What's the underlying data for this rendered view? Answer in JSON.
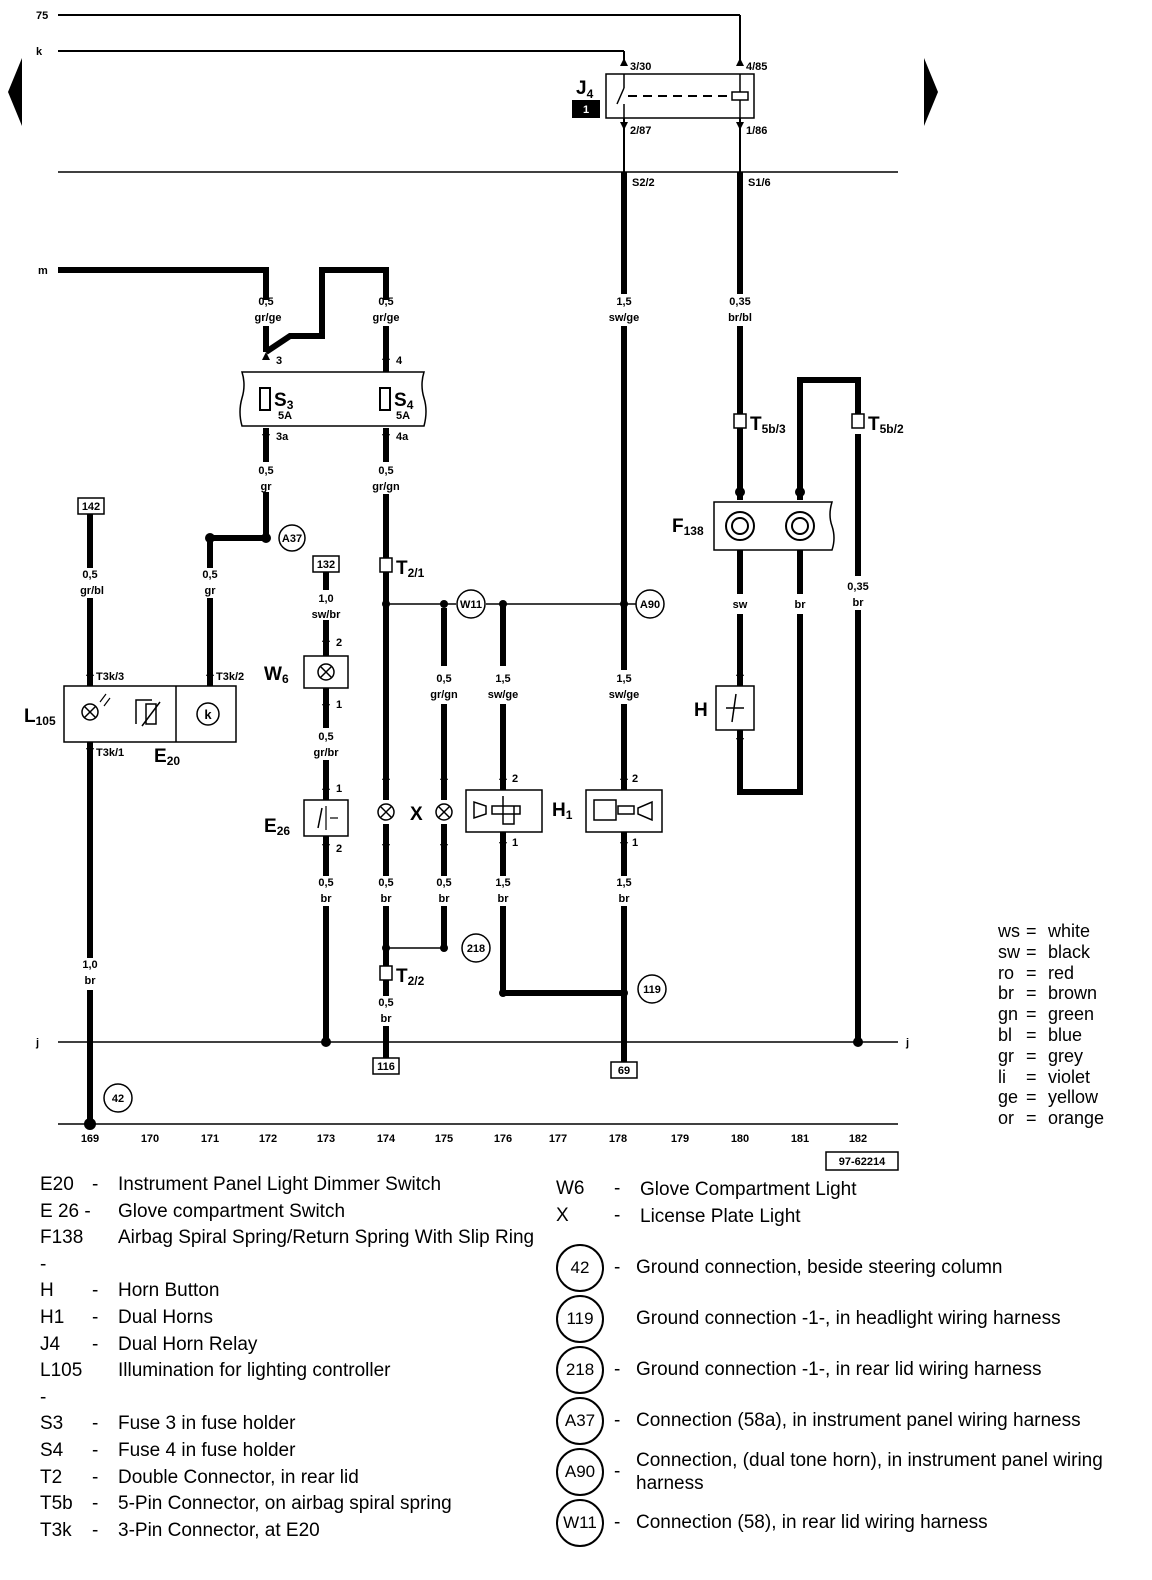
{
  "diagram": {
    "top_lines": {
      "l75": "75",
      "lk": "k",
      "lm": "m",
      "lj_left": "j",
      "lj_right": "j"
    },
    "relay": {
      "name": "J",
      "sub": "4",
      "box": "1",
      "pin_a": "3/30",
      "pin_b": "4/85",
      "pin_c": "2/87",
      "pin_d": "1/86"
    },
    "splices": {
      "s2": "S2/2",
      "s1": "S1/6"
    },
    "wires": {
      "w1": {
        "size": "0,5",
        "color": "gr/ge"
      },
      "w2": {
        "size": "0,5",
        "color": "gr/ge"
      },
      "w3": {
        "size": "1,5",
        "color": "sw/ge"
      },
      "w4": {
        "size": "0,35",
        "color": "br/bl"
      },
      "w5": {
        "size": "0,5",
        "color": "gr"
      },
      "w6": {
        "size": "0,5",
        "color": "gr/gn"
      },
      "w7": {
        "size": "0,5",
        "color": "gr/bl"
      },
      "w8": {
        "size": "0,5",
        "color": "gr"
      },
      "w9": {
        "size": "1,0",
        "color": "sw/br"
      },
      "w10": {
        "size": "0,5",
        "color": "gr/gn"
      },
      "w11": {
        "size": "1,5",
        "color": "sw/ge"
      },
      "w12": {
        "size": "1,5",
        "color": "sw/ge"
      },
      "w13": {
        "size": "0,5",
        "color": "gr/br"
      },
      "w14": {
        "size": "0,5",
        "color": "br"
      },
      "w15": {
        "size": "0,5",
        "color": "br"
      },
      "w16": {
        "size": "0,5",
        "color": "br"
      },
      "w17": {
        "size": "1,5",
        "color": "br"
      },
      "w18": {
        "size": "1,5",
        "color": "br"
      },
      "w19": {
        "size": "1,0",
        "color": "br"
      },
      "w20": {
        "size": "0,5",
        "color": "br"
      },
      "w21": {
        "size": "0,35",
        "color": "br"
      },
      "w22": {
        "color": "sw"
      },
      "w23": {
        "color": "br"
      }
    },
    "fuses": {
      "s3": "S",
      "s3sub": "3",
      "s4": "S",
      "s4sub": "4",
      "amp": "5A",
      "p3": "3",
      "p4": "4",
      "p3a": "3a",
      "p4a": "4a"
    },
    "connectors": {
      "t5b3": "T",
      "t5b3sub": "5b/3",
      "t5b2": "T",
      "t5b2sub": "5b/2",
      "t21": "T",
      "t21sub": "2/1",
      "t22": "T",
      "t22sub": "2/2",
      "t3k3": "T3k/3",
      "t3k2": "T3k/2",
      "t3k1": "T3k/1"
    },
    "components": {
      "f138": "F",
      "f138sub": "138",
      "l105": "L",
      "l105sub": "105",
      "e20": "E",
      "e20sub": "20",
      "w6": "W",
      "w6sub": "6",
      "e26": "E",
      "e26sub": "26",
      "x": "X",
      "h1": "H",
      "h1sub": "1",
      "h": "H"
    },
    "pins": {
      "p2a": "2",
      "p1a": "1",
      "p1b": "1",
      "p2b": "2",
      "p2c": "2",
      "p1c": "1",
      "p2d": "2",
      "p1d": "1"
    },
    "circles": {
      "a37": "A37",
      "w11": "W11",
      "a90": "A90",
      "g218": "218",
      "g119": "119",
      "g42": "42"
    },
    "refboxes": {
      "r142": "142",
      "r132": "132",
      "r116": "116",
      "r69": "69"
    },
    "tracks": [
      "169",
      "170",
      "171",
      "172",
      "173",
      "174",
      "175",
      "176",
      "177",
      "178",
      "179",
      "180",
      "181",
      "182"
    ],
    "docno": "97-62214"
  },
  "legend_left": [
    {
      "code": "E20",
      "dash": "-",
      "desc": "Instrument Panel Light Dimmer Switch"
    },
    {
      "code": "E 26 -",
      "dash": "",
      "desc": "Glove compartment Switch"
    },
    {
      "code": "F138 -",
      "dash": "",
      "desc": "Airbag Spiral Spring/Return Spring With Slip Ring"
    },
    {
      "code": "H",
      "dash": "-",
      "desc": "Horn Button"
    },
    {
      "code": "H1",
      "dash": "-",
      "desc": "Dual Horns"
    },
    {
      "code": "J4",
      "dash": "-",
      "desc": "Dual Horn Relay"
    },
    {
      "code": "L105 -",
      "dash": "",
      "desc": "Illumination for lighting controller"
    },
    {
      "code": "S3",
      "dash": "-",
      "desc": "Fuse 3 in fuse holder"
    },
    {
      "code": "S4",
      "dash": "-",
      "desc": "Fuse 4 in fuse holder"
    },
    {
      "code": "T2",
      "dash": "-",
      "desc": "Double Connector, in rear lid"
    },
    {
      "code": "T5b",
      "dash": "-",
      "desc": "5-Pin Connector, on airbag spiral spring"
    },
    {
      "code": "T3k",
      "dash": "-",
      "desc": "3-Pin Connector, at E20"
    }
  ],
  "legend_right": [
    {
      "code": "W6",
      "dash": "-",
      "desc": "Glove Compartment Light"
    },
    {
      "code": "X",
      "dash": "-",
      "desc": "License Plate Light"
    }
  ],
  "grounds": [
    {
      "code": "42",
      "dash": "-",
      "desc": "Ground connection, beside steering column"
    },
    {
      "code": "119",
      "dash": "",
      "desc": "Ground connection -1-, in headlight wiring harness"
    },
    {
      "code": "218",
      "dash": "-",
      "desc": "Ground connection -1-, in rear lid wiring harness"
    },
    {
      "code": "A37",
      "dash": "-",
      "desc": "Connection (58a), in instrument panel wiring harness"
    },
    {
      "code": "A90",
      "dash": "-",
      "desc": "Connection, (dual tone horn), in instrument panel wiring harness"
    },
    {
      "code": "W11",
      "dash": "-",
      "desc": "Connection (58), in rear lid wiring harness"
    }
  ],
  "color_codes": [
    {
      "ab": "ws",
      "eq": "=",
      "name": "white"
    },
    {
      "ab": "sw",
      "eq": "=",
      "name": "black"
    },
    {
      "ab": "ro",
      "eq": "=",
      "name": "red"
    },
    {
      "ab": "br",
      "eq": "=",
      "name": "brown"
    },
    {
      "ab": "gn",
      "eq": "=",
      "name": "green"
    },
    {
      "ab": "bl",
      "eq": "=",
      "name": "blue"
    },
    {
      "ab": "gr",
      "eq": "=",
      "name": "grey"
    },
    {
      "ab": "li",
      "eq": "=",
      "name": "violet"
    },
    {
      "ab": "ge",
      "eq": "=",
      "name": "yellow"
    },
    {
      "ab": "or",
      "eq": "=",
      "name": "orange"
    }
  ]
}
